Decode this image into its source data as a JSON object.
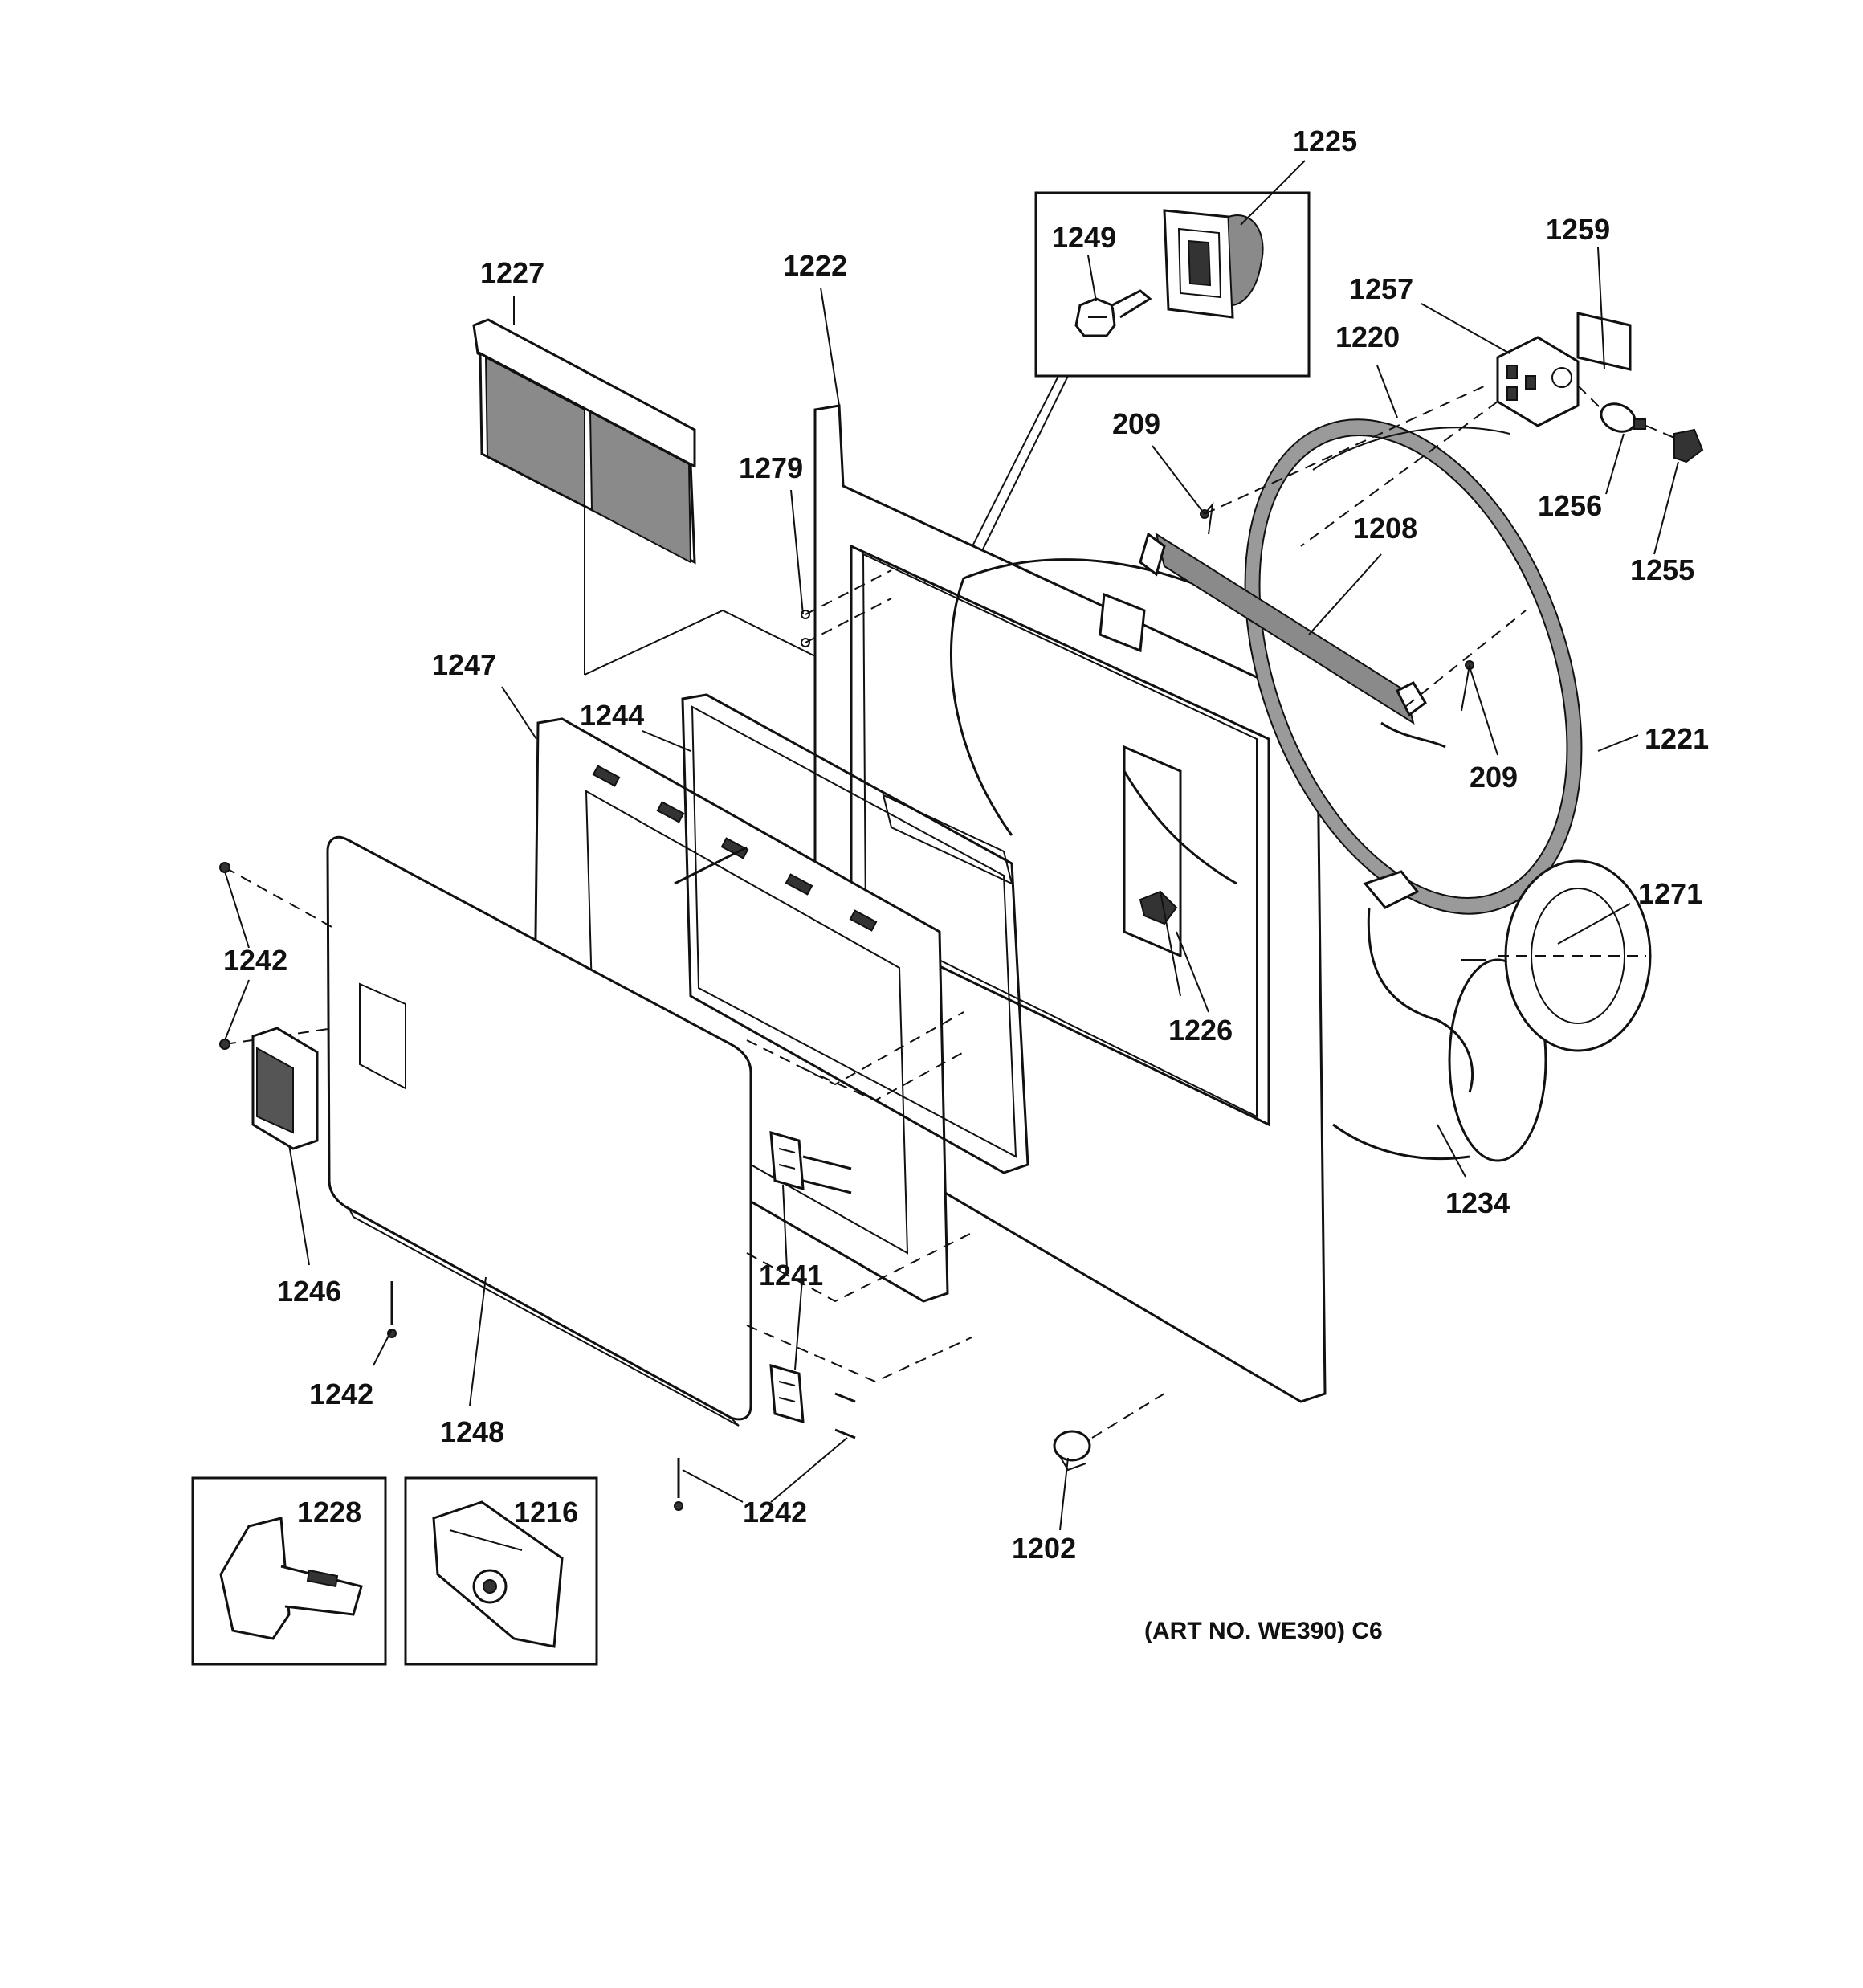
{
  "labels": {
    "l1225": "1225",
    "l1249": "1249",
    "l1227": "1227",
    "l1222": "1222",
    "l1259": "1259",
    "l1257": "1257",
    "l1220": "1220",
    "l209a": "209",
    "l1279": "1279",
    "l1256": "1256",
    "l1208": "1208",
    "l1255": "1255",
    "l1247": "1247",
    "l1244": "1244",
    "l1221": "1221",
    "l209b": "209",
    "l1271": "1271",
    "l1242a": "1242",
    "l1226": "1226",
    "l1246": "1246",
    "l1234": "1234",
    "l1241": "1241",
    "l1242b": "1242",
    "l1248": "1248",
    "l1228": "1228",
    "l1216": "1216",
    "l1242c": "1242",
    "l1202": "1202"
  },
  "caption": "(ART NO. WE390) C6"
}
